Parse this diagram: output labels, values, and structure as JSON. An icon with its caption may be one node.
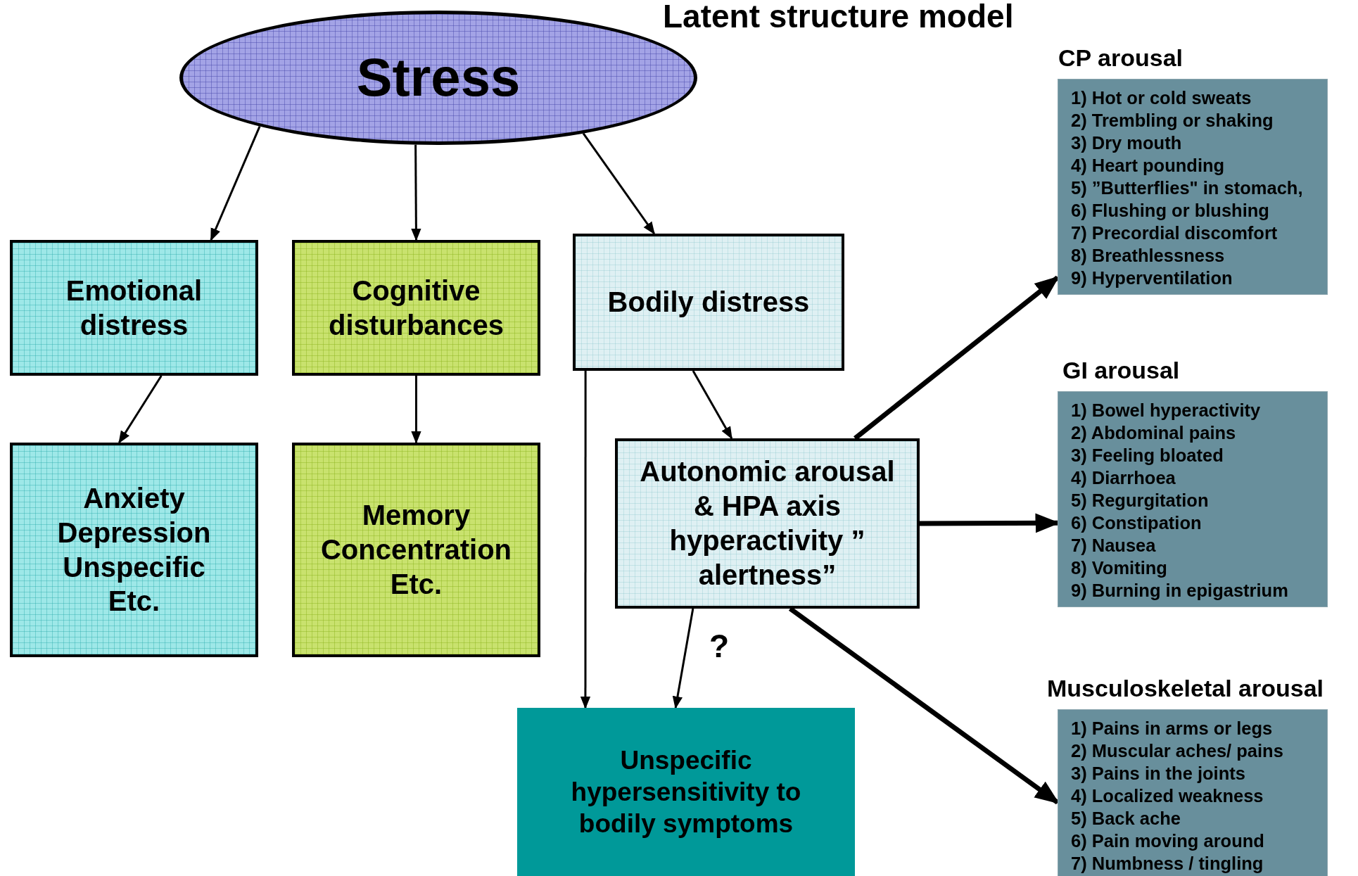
{
  "diagram": {
    "title": "Latent structure model",
    "nodes": [
      {
        "text": [
          "Stress"
        ]
      },
      {
        "text": [
          "Emotional distress"
        ]
      },
      {
        "text": [
          "Cognitive disturbances"
        ]
      },
      {
        "text": [
          "Bodily distress"
        ]
      },
      {
        "text": [
          "Anxiety Depression Unspecific Etc."
        ]
      },
      {
        "text": [
          "Memory Concentration Etc."
        ]
      },
      {
        "text": [
          "Autonomic arousal & HPA axis hyperactivity ” alertness”"
        ]
      },
      {
        "text": [
          "Unspecific hypersensitivity to bodily symptoms"
        ]
      },
      {
        "text": [
          "CP arousal",
          "1) Hot or cold sweats",
          "2) Trembling or shaking",
          "3) Dry mouth",
          "4) Heart pounding",
          "5) ”Butterflies\" in stomach,",
          "6) Flushing or blushing",
          "7) Precordial discomfort",
          "8) Breathlessness",
          "9) Hyperventilation"
        ]
      },
      {
        "text": [
          "GI arousal",
          "1) Bowel hyperactivity",
          "2) Abdominal pains",
          "3) Feeling bloated",
          "4) Diarrhoea",
          "5) Regurgitation",
          "6) Constipation",
          "7) Nausea",
          "8) Vomiting",
          "9) Burning in epigastrium"
        ]
      },
      {
        "text": [
          "Musculoskeletal  arousal",
          "1) Pains in arms or legs",
          "2) Muscular aches/ pains",
          "3) Pains in the joints",
          "4) Localized weakness",
          "5) Back ache",
          "6) Pain moving around",
          "7) Numbness / tingling"
        ]
      }
    ],
    "edges": [
      {
        "from": 0,
        "to": 1,
        "arrow": "to"
      },
      {
        "from": 0,
        "to": 2,
        "arrow": "to"
      },
      {
        "from": 0,
        "to": 3,
        "arrow": "to"
      },
      {
        "from": 1,
        "to": 4,
        "arrow": "to"
      },
      {
        "from": 2,
        "to": 5,
        "arrow": "to"
      },
      {
        "from": 3,
        "to": 6,
        "arrow": "to"
      },
      {
        "from": 3,
        "to": 7,
        "arrow": "to"
      },
      {
        "from": 6,
        "to": 7,
        "arrow": "to",
        "label": "?"
      },
      {
        "from": 6,
        "to": 8,
        "arrow": "to",
        "style": "thick"
      },
      {
        "from": 6,
        "to": 9,
        "arrow": "to",
        "style": "thick"
      },
      {
        "from": 6,
        "to": 10,
        "arrow": "to",
        "style": "thick"
      }
    ]
  }
}
